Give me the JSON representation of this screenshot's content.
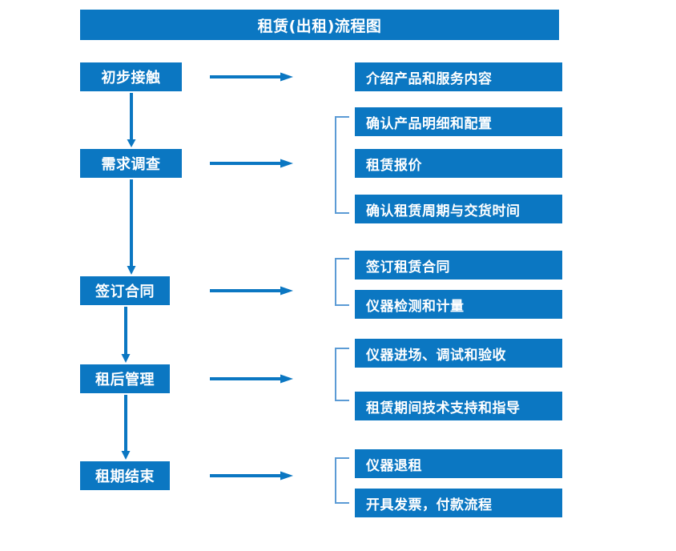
{
  "header": {
    "title": "租赁(出租)流程图"
  },
  "colors": {
    "primary_blue": "#0b77c2",
    "arrow_blue": "#0b77c2",
    "bracket_blue": "#5b9bd5",
    "text_white": "#ffffff",
    "background": "#ffffff"
  },
  "stages": [
    {
      "label": "初步接触"
    },
    {
      "label": "需求调查"
    },
    {
      "label": "签订合同"
    },
    {
      "label": "租后管理"
    },
    {
      "label": "租期结束"
    }
  ],
  "details": [
    {
      "label": "介绍产品和服务内容"
    },
    {
      "label": "确认产品明细和配置"
    },
    {
      "label": "租赁报价"
    },
    {
      "label": "确认租赁周期与交货时间"
    },
    {
      "label": "签订租赁合同"
    },
    {
      "label": "仪器检测和计量"
    },
    {
      "label": "仪器进场、调试和验收"
    },
    {
      "label": "租赁期间技术支持和指导"
    },
    {
      "label": "仪器退租"
    },
    {
      "label": "开具发票，付款流程"
    }
  ],
  "connectors": {
    "horizontal_arrow_count": 5,
    "vertical_arrow_count": 4,
    "bracket_count": 4
  }
}
